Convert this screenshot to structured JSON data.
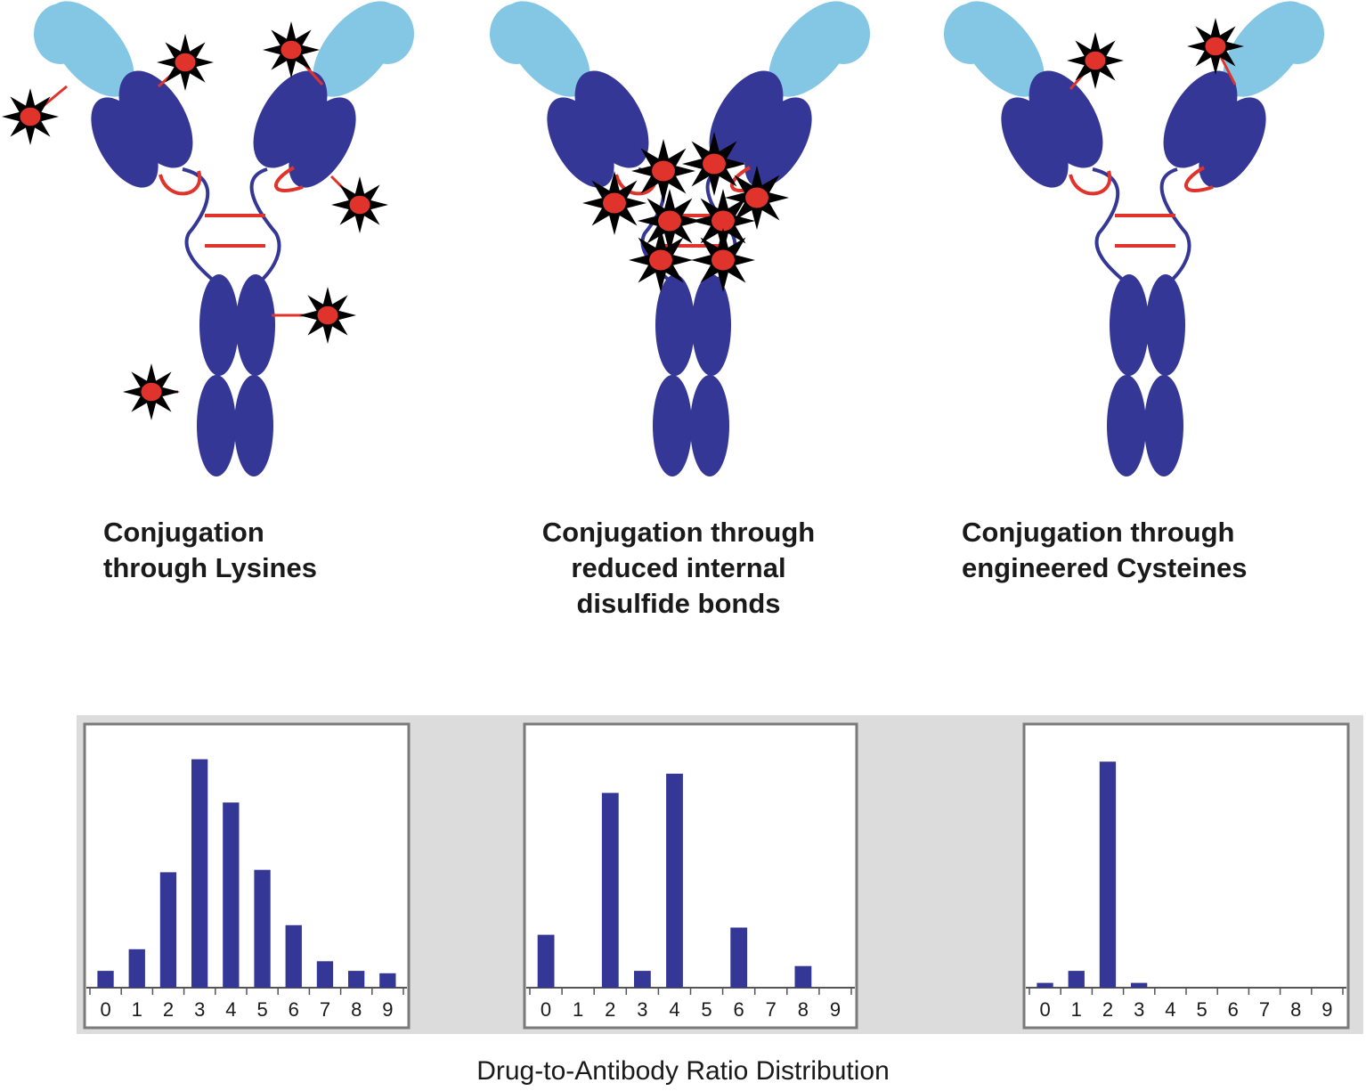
{
  "captions": {
    "lysines": [
      "Conjugation",
      "through Lysines"
    ],
    "disulfide": [
      "Conjugation through",
      "reduced internal",
      "disulfide bonds"
    ],
    "cysteines": [
      "Conjugation through",
      "engineered Cysteines"
    ]
  },
  "icons": {
    "drug_payload": "starburst-drug-icon",
    "antibody": "antibody-y-shape"
  },
  "colors": {
    "heavy_chain": "#343796",
    "light_chain": "#84c7e5",
    "linker": "#e0332b",
    "drug_core": "#e0332b",
    "drug_spikes": "#000000",
    "bar": "#343796",
    "panel_background": "#dcdcdc",
    "chart_frame": "#7a7a7a"
  },
  "dar_title": "Drug-to-Antibody Ratio Distribution",
  "chart_data": [
    {
      "type": "bar",
      "name": "",
      "categories": [
        "0",
        "1",
        "2",
        "3",
        "4",
        "5",
        "6",
        "7",
        "8",
        "9"
      ],
      "values": [
        7,
        16,
        48,
        95,
        77,
        49,
        26,
        11,
        7,
        6
      ],
      "ylim": [
        0,
        100
      ],
      "grid": false,
      "xlabel": "",
      "ylabel": ""
    },
    {
      "type": "bar",
      "name": "",
      "categories": [
        "0",
        "1",
        "2",
        "3",
        "4",
        "5",
        "6",
        "7",
        "8",
        "9"
      ],
      "values": [
        22,
        0,
        81,
        7,
        89,
        0,
        25,
        0,
        9,
        0
      ],
      "ylim": [
        0,
        100
      ],
      "grid": false,
      "xlabel": "",
      "ylabel": ""
    },
    {
      "type": "bar",
      "name": "",
      "categories": [
        "0",
        "1",
        "2",
        "3",
        "4",
        "5",
        "6",
        "7",
        "8",
        "9"
      ],
      "values": [
        2,
        7,
        94,
        2,
        0,
        0,
        0,
        0,
        0,
        0
      ],
      "ylim": [
        0,
        100
      ],
      "grid": false,
      "xlabel": "",
      "ylabel": ""
    }
  ]
}
